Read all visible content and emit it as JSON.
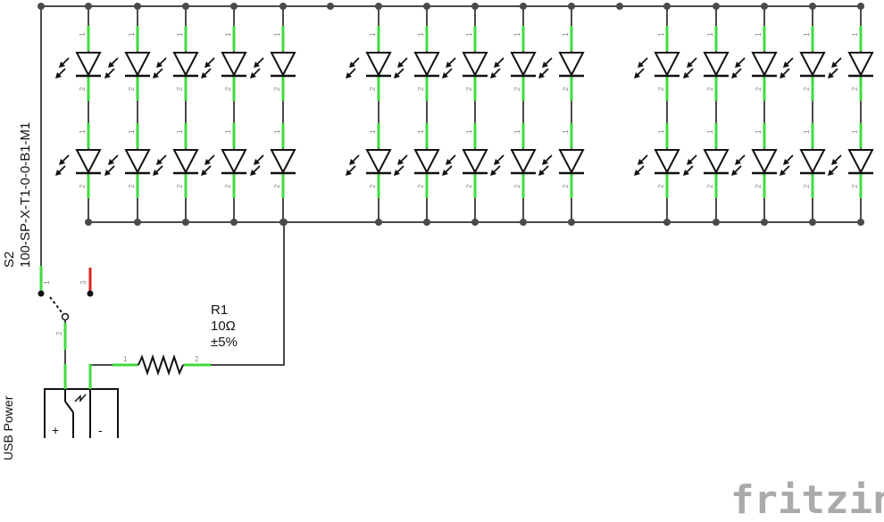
{
  "switch": {
    "ref": "S2",
    "part": "100-SP-X-T1-0-0-B1-M1",
    "pin1": "1",
    "pin2": "2",
    "pin3": "3"
  },
  "resistor": {
    "ref": "R1",
    "value": "10Ω",
    "tolerance": "±5%",
    "pin1": "1",
    "pin2": "2"
  },
  "power": {
    "label": "USB Power",
    "plus": "+",
    "minus": "-"
  },
  "led_pins": {
    "anode": "1",
    "cathode": "2"
  },
  "led_groups": [
    {
      "name": "left",
      "rows": 2,
      "cols": 5
    },
    {
      "name": "middle",
      "rows": 2,
      "cols": 5
    },
    {
      "name": "right",
      "rows": 2,
      "cols": 5
    }
  ],
  "logo": "fritzing",
  "colors": {
    "wire": "#4a4a4a",
    "connected_pin": "#3fdc3f",
    "unconnected_pin": "#e02020",
    "logo": "#aaaaaa"
  }
}
